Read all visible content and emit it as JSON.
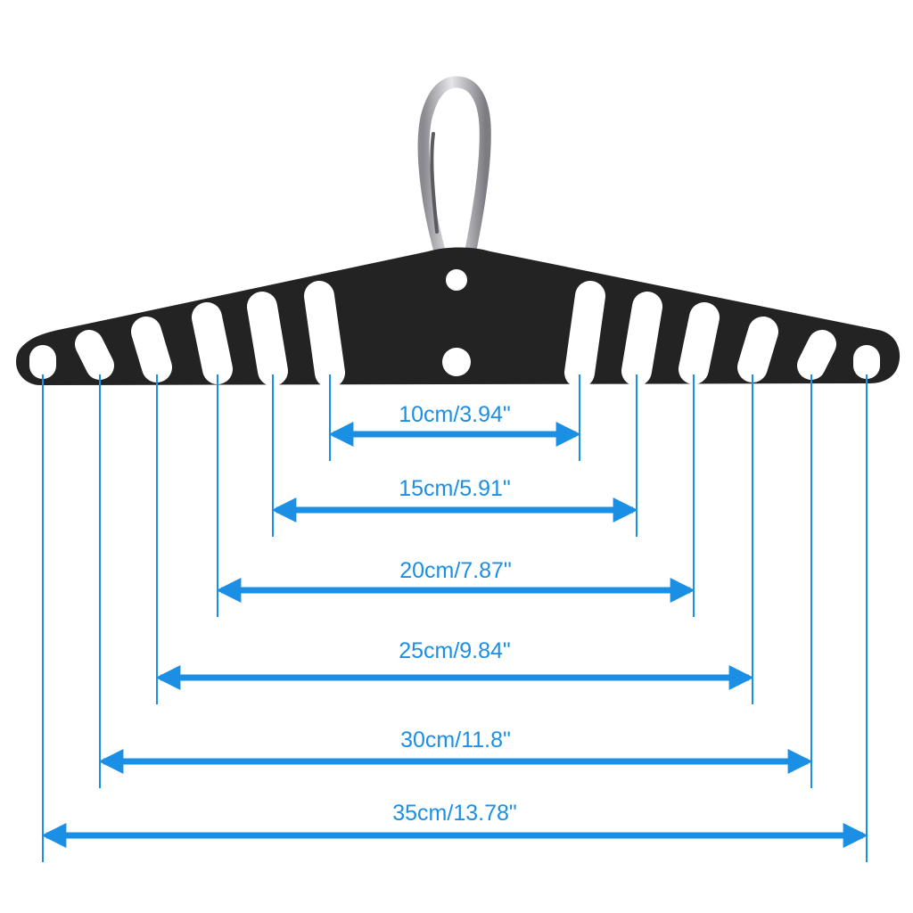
{
  "colors": {
    "accent": "#1a8fe3",
    "bar": "#232323",
    "hook": "#b9b9bd",
    "hook_dark": "#6e6e73",
    "background": "#ffffff"
  },
  "product": {
    "hook_icon": "carabiner-icon",
    "bar_icon": "triangular-hanger-bar-icon"
  },
  "dimensions": [
    {
      "label": "10cm/3.94\""
    },
    {
      "label": "15cm/5.91\""
    },
    {
      "label": "20cm/7.87\""
    },
    {
      "label": "25cm/9.84\""
    },
    {
      "label": "30cm/11.8\""
    },
    {
      "label": "35cm/13.78\""
    }
  ]
}
